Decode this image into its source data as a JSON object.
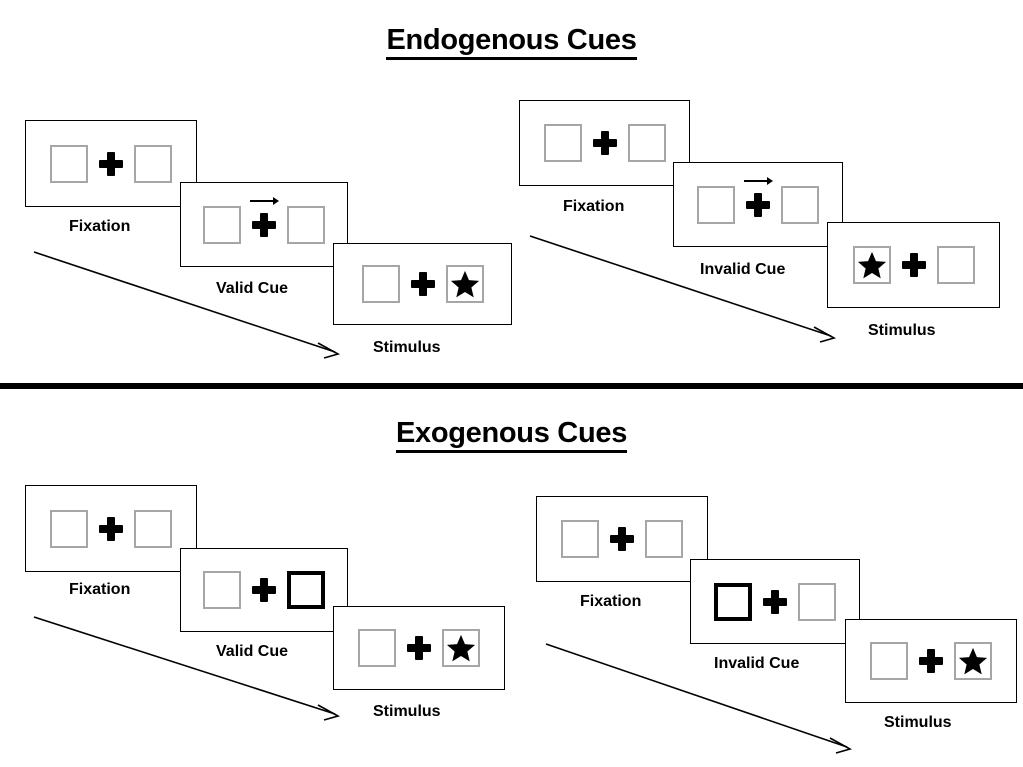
{
  "sections": [
    {
      "id": "endogenous",
      "title": "Endogenous Cues",
      "sequences": [
        {
          "id": "endogenous-valid",
          "panels": [
            {
              "caption": "Fixation",
              "left_box": {
                "style": "normal",
                "content": "empty"
              },
              "right_box": {
                "style": "normal",
                "content": "empty"
              },
              "cue": "none"
            },
            {
              "caption": "Valid Cue",
              "left_box": {
                "style": "normal",
                "content": "empty"
              },
              "right_box": {
                "style": "normal",
                "content": "empty"
              },
              "cue": "arrow-right"
            },
            {
              "caption": "Stimulus",
              "left_box": {
                "style": "normal",
                "content": "empty"
              },
              "right_box": {
                "style": "normal",
                "content": "star"
              },
              "cue": "none"
            }
          ]
        },
        {
          "id": "endogenous-invalid",
          "panels": [
            {
              "caption": "Fixation",
              "left_box": {
                "style": "normal",
                "content": "empty"
              },
              "right_box": {
                "style": "normal",
                "content": "empty"
              },
              "cue": "none"
            },
            {
              "caption": "Invalid Cue",
              "left_box": {
                "style": "normal",
                "content": "empty"
              },
              "right_box": {
                "style": "normal",
                "content": "empty"
              },
              "cue": "arrow-right"
            },
            {
              "caption": "Stimulus",
              "left_box": {
                "style": "normal",
                "content": "star"
              },
              "right_box": {
                "style": "normal",
                "content": "empty"
              },
              "cue": "none"
            }
          ]
        }
      ]
    },
    {
      "id": "exogenous",
      "title": "Exogenous Cues",
      "sequences": [
        {
          "id": "exogenous-valid",
          "panels": [
            {
              "caption": "Fixation",
              "left_box": {
                "style": "normal",
                "content": "empty"
              },
              "right_box": {
                "style": "normal",
                "content": "empty"
              },
              "cue": "none"
            },
            {
              "caption": "Valid Cue",
              "left_box": {
                "style": "normal",
                "content": "empty"
              },
              "right_box": {
                "style": "thick",
                "content": "empty"
              },
              "cue": "none"
            },
            {
              "caption": "Stimulus",
              "left_box": {
                "style": "normal",
                "content": "empty"
              },
              "right_box": {
                "style": "normal",
                "content": "star"
              },
              "cue": "none"
            }
          ]
        },
        {
          "id": "exogenous-invalid",
          "panels": [
            {
              "caption": "Fixation",
              "left_box": {
                "style": "normal",
                "content": "empty"
              },
              "right_box": {
                "style": "normal",
                "content": "empty"
              },
              "cue": "none"
            },
            {
              "caption": "Invalid Cue",
              "left_box": {
                "style": "thick",
                "content": "empty"
              },
              "right_box": {
                "style": "normal",
                "content": "empty"
              },
              "cue": "none"
            },
            {
              "caption": "Stimulus",
              "left_box": {
                "style": "normal",
                "content": "empty"
              },
              "right_box": {
                "style": "normal",
                "content": "star"
              },
              "cue": "none"
            }
          ]
        }
      ]
    }
  ],
  "colors": {
    "background": "#ffffff",
    "frame_border": "#000000",
    "box_border": "#a6a6a6",
    "box_border_cued": "#000000",
    "ink": "#000000",
    "divider": "#000000"
  },
  "icons": {
    "fixation_cross": "plus-icon",
    "direction_cue": "arrow-right-icon",
    "target": "star-icon",
    "time_flow": "diagonal-arrow-icon"
  }
}
